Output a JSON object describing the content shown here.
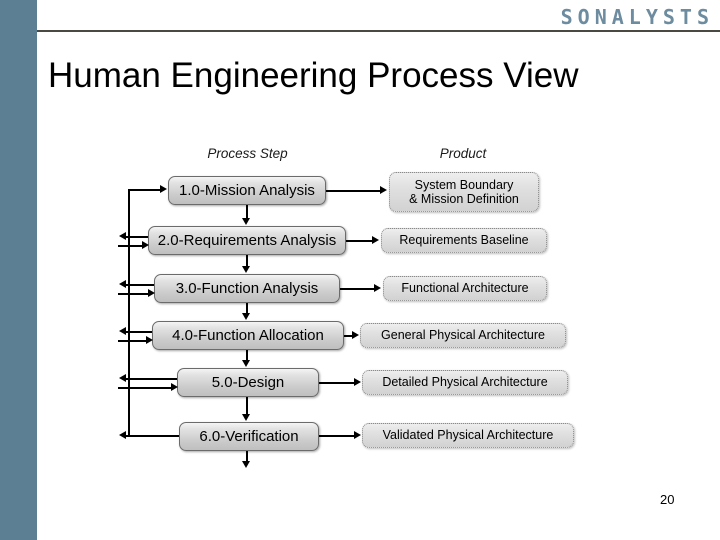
{
  "slide": {
    "brand": "SONALYSTS",
    "title": "Human Engineering Process View",
    "page_number": "20",
    "accent_color": "#5d7f94",
    "brand_color": "#6d8ca0",
    "rule_color": "#4a4a42"
  },
  "diagram": {
    "columns": [
      {
        "label": "Process Step"
      },
      {
        "label": "Product"
      }
    ],
    "process_steps": [
      {
        "label": "1.0-Mission Analysis"
      },
      {
        "label": "2.0-Requirements Analysis"
      },
      {
        "label": "3.0-Function Analysis"
      },
      {
        "label": "4.0-Function Allocation"
      },
      {
        "label": "5.0-Design"
      },
      {
        "label": "6.0-Verification"
      }
    ],
    "products": [
      {
        "label": "System Boundary\n& Mission Definition"
      },
      {
        "label": "Requirements Baseline"
      },
      {
        "label": "Functional Architecture"
      },
      {
        "label": "General Physical Architecture"
      },
      {
        "label": "Detailed Physical Architecture"
      },
      {
        "label": "Validated Physical Architecture"
      }
    ]
  }
}
